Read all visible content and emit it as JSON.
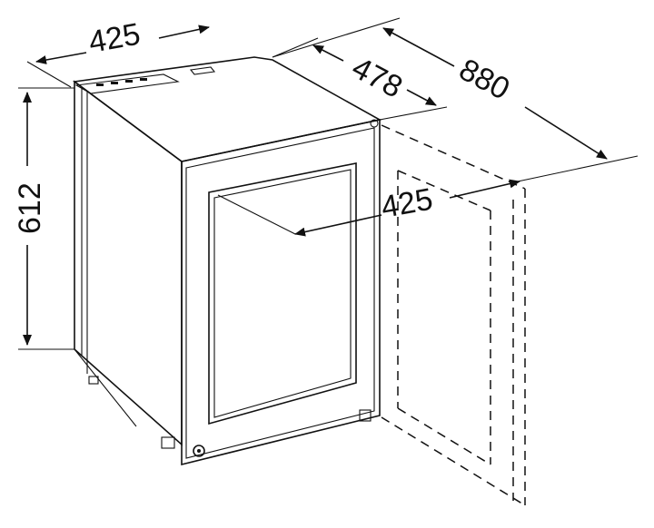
{
  "dimensions": {
    "width_top": "425",
    "depth_body": "478",
    "depth_door_open": "880",
    "height": "612",
    "door_width": "425"
  }
}
